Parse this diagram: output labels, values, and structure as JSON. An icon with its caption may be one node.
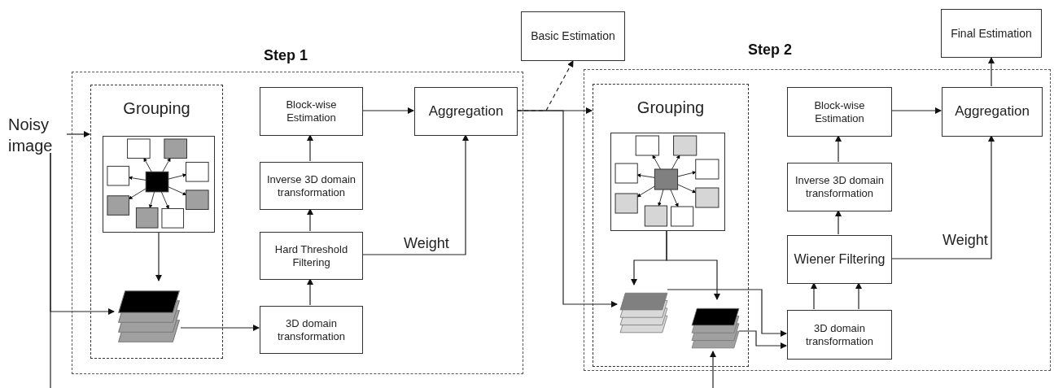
{
  "diagram": {
    "nodes": [
      {
        "text": [
          "Noisy image"
        ]
      },
      {
        "text": [
          "Step 1"
        ]
      },
      {
        "text": [
          "Grouping"
        ],
        "in": 1
      },
      {
        "text": [],
        "shape": "picture",
        "in": 2
      },
      {
        "text": [],
        "shape": "picture",
        "in": 2
      },
      {
        "text": [
          "Block-wise Estimation"
        ],
        "in": 1
      },
      {
        "text": [
          "Inverse 3D domain transformation"
        ],
        "in": 1
      },
      {
        "text": [
          "Hard Threshold Filtering"
        ],
        "in": 1
      },
      {
        "text": [
          "3D domain transformation"
        ],
        "in": 1
      },
      {
        "text": [
          "Aggregation"
        ],
        "in": 1
      },
      {
        "text": [
          "Basic Estimation"
        ]
      },
      {
        "text": [
          "Step 2"
        ]
      },
      {
        "text": [
          "Grouping"
        ],
        "in": 11
      },
      {
        "text": [],
        "shape": "picture",
        "in": 12
      },
      {
        "text": [],
        "shape": "picture",
        "in": 12
      },
      {
        "text": [],
        "shape": "picture",
        "in": 12
      },
      {
        "text": [
          "Block-wise Estimation"
        ],
        "in": 11
      },
      {
        "text": [
          "Inverse 3D domain transformation"
        ],
        "in": 11
      },
      {
        "text": [
          "Wiener Filtering"
        ],
        "in": 11
      },
      {
        "text": [
          "3D domain transformation"
        ],
        "in": 11
      },
      {
        "text": [
          "Aggregation"
        ],
        "in": 11
      },
      {
        "text": [
          "Final Estimation"
        ]
      }
    ],
    "edges": [
      {
        "from": 0,
        "to": 2,
        "arrow": "to"
      },
      {
        "from": 0,
        "to": 4,
        "arrow": "to"
      },
      {
        "from": 0,
        "to": null,
        "arrow": "none"
      },
      {
        "from": 3,
        "to": 4,
        "arrow": "to"
      },
      {
        "from": 4,
        "to": 8,
        "arrow": "to"
      },
      {
        "from": 8,
        "to": 7,
        "arrow": "to"
      },
      {
        "from": 7,
        "to": 6,
        "arrow": "to"
      },
      {
        "from": 6,
        "to": 5,
        "arrow": "to"
      },
      {
        "from": 5,
        "to": 9,
        "arrow": "to"
      },
      {
        "from": 7,
        "to": 9,
        "arrow": "to",
        "label": "Weight"
      },
      {
        "from": 9,
        "to": 10,
        "arrow": "to",
        "style": "dashed"
      },
      {
        "from": 9,
        "to": 12,
        "arrow": "to"
      },
      {
        "from": 9,
        "to": 14,
        "arrow": "to"
      },
      {
        "from": 13,
        "to": 14,
        "arrow": "to"
      },
      {
        "from": 13,
        "to": 15,
        "arrow": "to"
      },
      {
        "from": 14,
        "to": 19,
        "arrow": "to"
      },
      {
        "from": 15,
        "to": 19,
        "arrow": "to"
      },
      {
        "from": 19,
        "to": 18,
        "arrow": "to"
      },
      {
        "from": 19,
        "to": 18,
        "arrow": "to"
      },
      {
        "from": 18,
        "to": 17,
        "arrow": "to"
      },
      {
        "from": 17,
        "to": 16,
        "arrow": "to"
      },
      {
        "from": 16,
        "to": 20,
        "arrow": "to"
      },
      {
        "from": 18,
        "to": 20,
        "arrow": "to",
        "label": "Weight"
      },
      {
        "from": 20,
        "to": 21,
        "arrow": "to"
      },
      {
        "from": null,
        "to": 15,
        "arrow": "to"
      }
    ]
  }
}
